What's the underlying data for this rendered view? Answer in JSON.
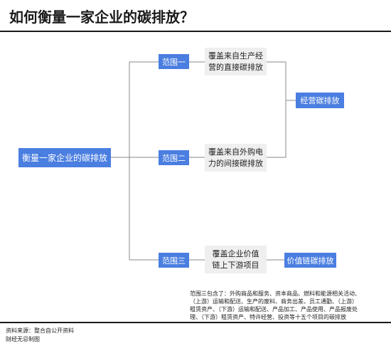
{
  "title": "如何衡量一家企业的碳排放？",
  "root": {
    "label": "衡量一家企业的碳排放"
  },
  "scopes": [
    {
      "label": "范围一",
      "description": "覆盖来自生产经\n营的直接碳排放"
    },
    {
      "label": "范围二",
      "description": "覆盖来自外购电\n力的间接碳排放"
    },
    {
      "label": "范围三",
      "description": "覆盖企业价值\n链上下游项目"
    }
  ],
  "operational_emissions": {
    "label": "经营碳排放"
  },
  "value_chain_emissions": {
    "label": "价值链碳排放"
  },
  "note": "范围三包含了：外购商品和服务、资本商品、燃料和能源相关活动、\n（上游）运输和配送、生产的废料、商务出差、员工通勤、（上游）\n租赁资产、（下游）运输和配送、产品加工、产品使用、产品报废处\n理、（下游）租赁资产、特许经营、投资等十五个项目的碳排放",
  "source": "资料来源：整合自公开资料\n财经无忌制图",
  "colors": {
    "blue_box": "#4a7ee0",
    "grey_box": "#efefef",
    "connector": "#8a8a8a",
    "rule": "#1a1a1a"
  }
}
